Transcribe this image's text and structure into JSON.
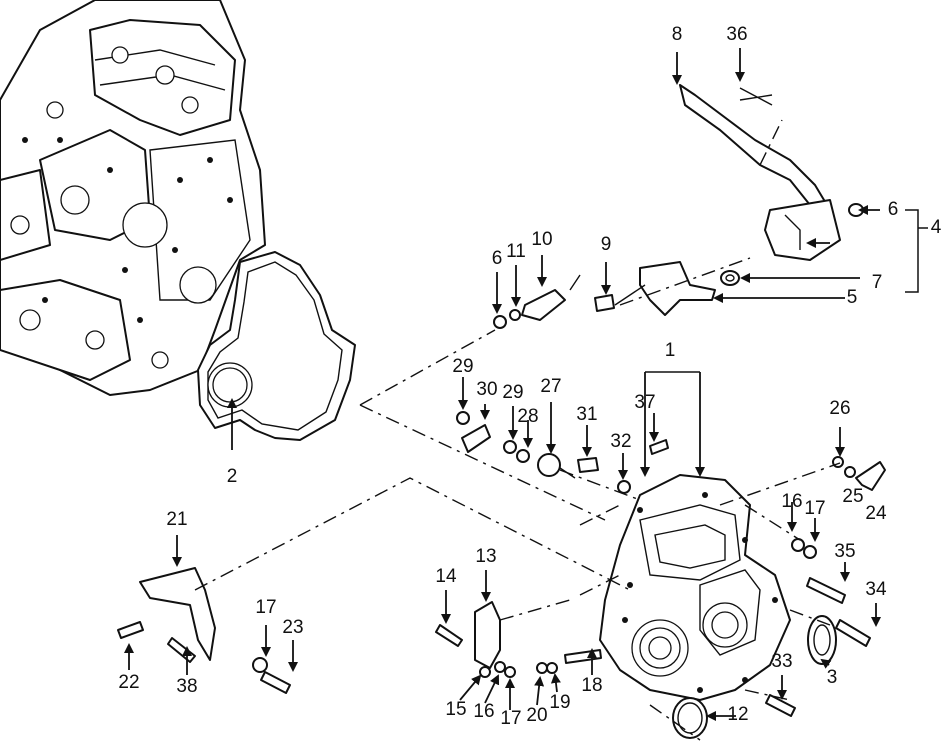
{
  "diagram": {
    "callouts": {
      "c1": "1",
      "c2": "2",
      "c3": "3",
      "c4": "4",
      "c5": "5",
      "c6a": "6",
      "c6b": "6",
      "c7": "7",
      "c8": "8",
      "c9": "9",
      "c10": "10",
      "c11": "11",
      "c12": "12",
      "c13": "13",
      "c14": "14",
      "c15": "15",
      "c16a": "16",
      "c16b": "16",
      "c17a": "17",
      "c17b": "17",
      "c17c": "17",
      "c18": "18",
      "c19": "19",
      "c20": "20",
      "c21": "21",
      "c22": "22",
      "c23": "23",
      "c24": "24",
      "c25": "25",
      "c26": "26",
      "c27": "27",
      "c28": "28",
      "c29a": "29",
      "c29b": "29",
      "c30": "30",
      "c31": "31",
      "c32": "32",
      "c33": "33",
      "c34": "34",
      "c35": "35",
      "c36": "36",
      "c37": "37",
      "c38": "38"
    }
  }
}
